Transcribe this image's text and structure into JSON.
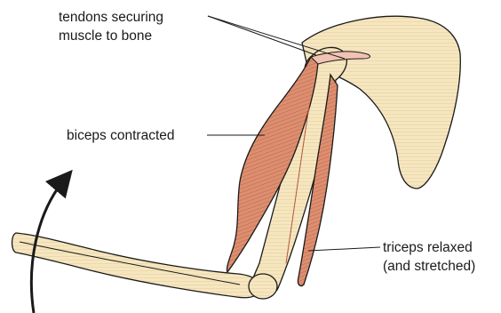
{
  "labels": {
    "tendons_line1": "tendons securing",
    "tendons_line2": "muscle to bone",
    "biceps": "biceps contracted",
    "triceps_line1": "triceps relaxed",
    "triceps_line2": "(and stretched)"
  },
  "colors": {
    "bone": "#f6e6bf",
    "bone_line": "#c8b07a",
    "muscle": "#d98a6c",
    "muscle_dark": "#b5543a",
    "tendon": "#f2c2b4",
    "outline": "#1a1a1a"
  },
  "icons": {
    "motion_arrow": "curved-arrow-up-icon"
  }
}
